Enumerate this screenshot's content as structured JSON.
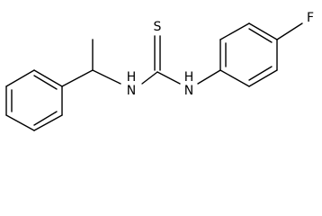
{
  "molecule": {
    "atoms": {
      "sulfur": "S",
      "amine_left": "H\nN",
      "amine_right": "H\nN",
      "fluorine": "F"
    },
    "labels": {
      "n1_h": "H",
      "n1_n": "N",
      "n2_h": "H",
      "n2_n": "N"
    }
  },
  "colors": {
    "bond": "#000000",
    "text": "#000000",
    "background": "#ffffff"
  }
}
